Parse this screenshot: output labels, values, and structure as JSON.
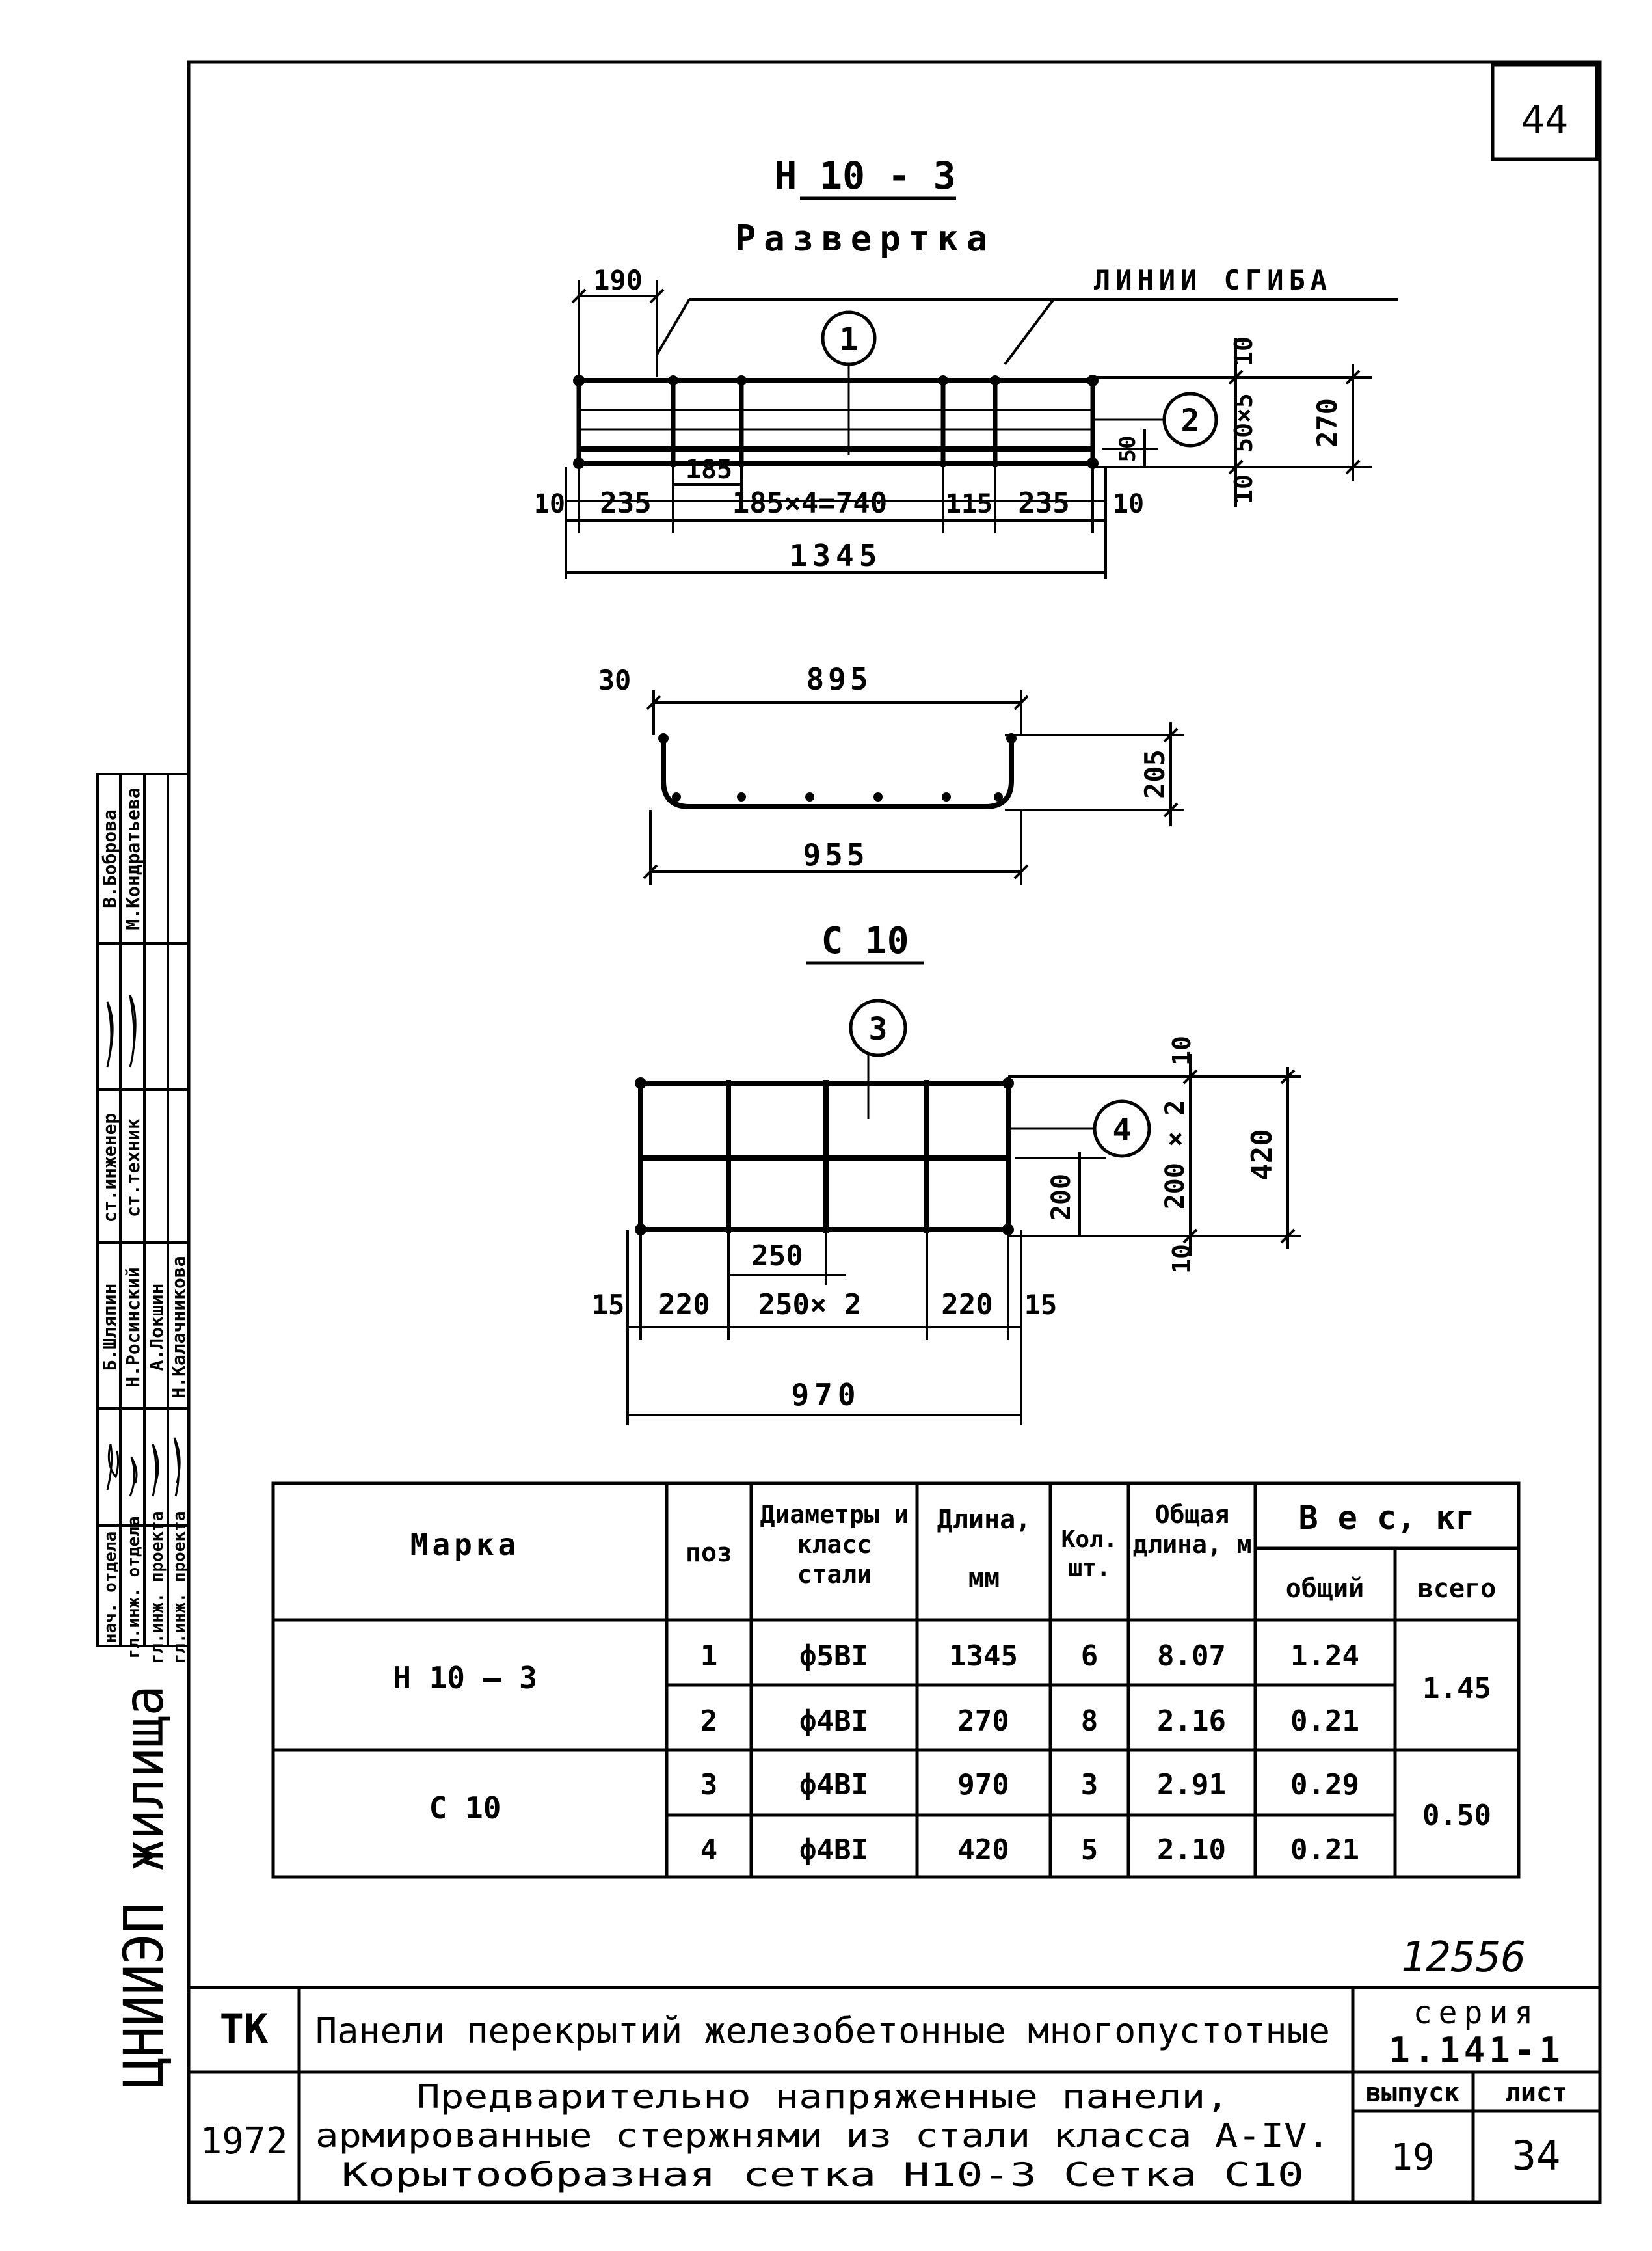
{
  "sheet_corner_number": "44",
  "drawing_n10": {
    "title": "Н 10 - 3",
    "subtitle": "Развертка",
    "bend_lines_label": "ЛИНИИ СГИБА",
    "dim_190": "190",
    "dim_185": "185",
    "bottom_dims": [
      "10",
      "235",
      "185×4=740",
      "115",
      "235",
      "10"
    ],
    "total_width": "1345",
    "dim_right_10_top": "10",
    "dim_right_50x5": "50×5",
    "dim_right_10_bottom": "10",
    "dim_right_270": "270",
    "dim_50": "50",
    "callout_1": "1",
    "callout_2": "2"
  },
  "section": {
    "dim_30": "30",
    "top_width": "895",
    "height": "205",
    "bottom_width": "955"
  },
  "drawing_c10": {
    "title": "С 10",
    "callout_3": "3",
    "callout_4": "4",
    "dim_right_10_top": "10",
    "dim_right_200x2": "200 × 2",
    "dim_right_10_bottom": "10",
    "dim_right_420": "420",
    "dim_200": "200",
    "dim_250": "250",
    "bottom_dims": [
      "15",
      "220",
      "250× 2",
      "220",
      "15"
    ],
    "total_width": "970"
  },
  "table": {
    "headers": {
      "marka": "Марка",
      "poz": "поз",
      "diam": "Диаметры и класс стали",
      "length": "Длина, мм",
      "qty": "Кол. шт.",
      "total_len": "Общая длина, м",
      "weight": "В е с, кг",
      "weight_total": "общий",
      "weight_all": "всего"
    },
    "groups": [
      {
        "mark": "Н 10 — 3",
        "all": "1.45",
        "rows": [
          {
            "poz": "1",
            "diam": "ф5ВI",
            "len": "1345",
            "qty": "6",
            "tlen": "8.07",
            "w": "1.24"
          },
          {
            "poz": "2",
            "diam": "ф4ВI",
            "len": "270",
            "qty": "8",
            "tlen": "2.16",
            "w": "0.21"
          }
        ]
      },
      {
        "mark": "С 10",
        "all": "0.50",
        "rows": [
          {
            "poz": "3",
            "diam": "ф4ВI",
            "len": "970",
            "qty": "3",
            "tlen": "2.91",
            "w": "0.29"
          },
          {
            "poz": "4",
            "diam": "ф4ВI",
            "len": "420",
            "qty": "5",
            "tlen": "2.10",
            "w": "0.21"
          }
        ]
      }
    ]
  },
  "stamp": {
    "doc_number": "12556",
    "tk": "ТК",
    "year": "1972",
    "title_line": "Панели перекрытий железобетонные многопустотные",
    "desc_line1": "Предварительно напряженные панели,",
    "desc_line2": "армированные стержнями из стали класса А-IV.",
    "desc_line3": "Корытообразная сетка Н10-3   Сетка С10",
    "series_label": "серия",
    "series_value": "1.141-1",
    "issue_label": "выпуск",
    "issue_value": "19",
    "sheet_label": "лист",
    "sheet_value": "34"
  },
  "side_stamp": {
    "org": "ЦНИИЭП жилища",
    "roles": [
      "нач. отдела",
      "гл.инж. отдела",
      "гл.инж. проекта",
      "гл.инж. проекта"
    ],
    "names": [
      "Б.Шляпин",
      "Н.Росинский",
      "А.Локшин",
      "Н.Калачникова"
    ],
    "roles2": [
      "ст.инженер",
      "ст.техник"
    ],
    "names2": [
      "В.Боброва",
      "М.Кондратьева"
    ]
  }
}
